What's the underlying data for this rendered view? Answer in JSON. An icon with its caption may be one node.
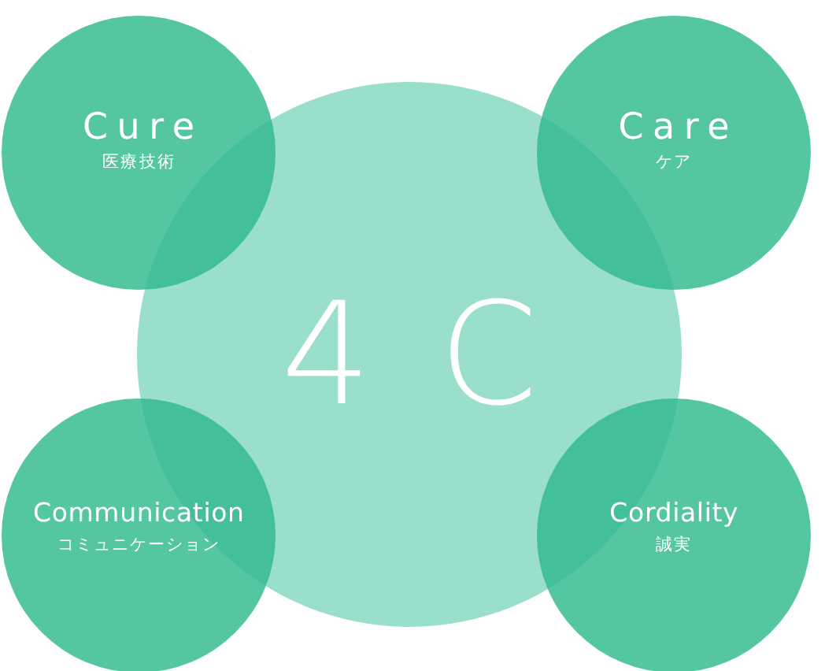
{
  "diagram": {
    "nodes": [
      {
        "text": [
          "4 C"
        ]
      },
      {
        "text": [
          "Cure",
          "医療技術"
        ]
      },
      {
        "text": [
          "Care",
          "ケア"
        ]
      },
      {
        "text": [
          "Communication",
          "コミュニケーション"
        ]
      },
      {
        "text": [
          "Cordiality",
          "誠実"
        ]
      }
    ]
  }
}
